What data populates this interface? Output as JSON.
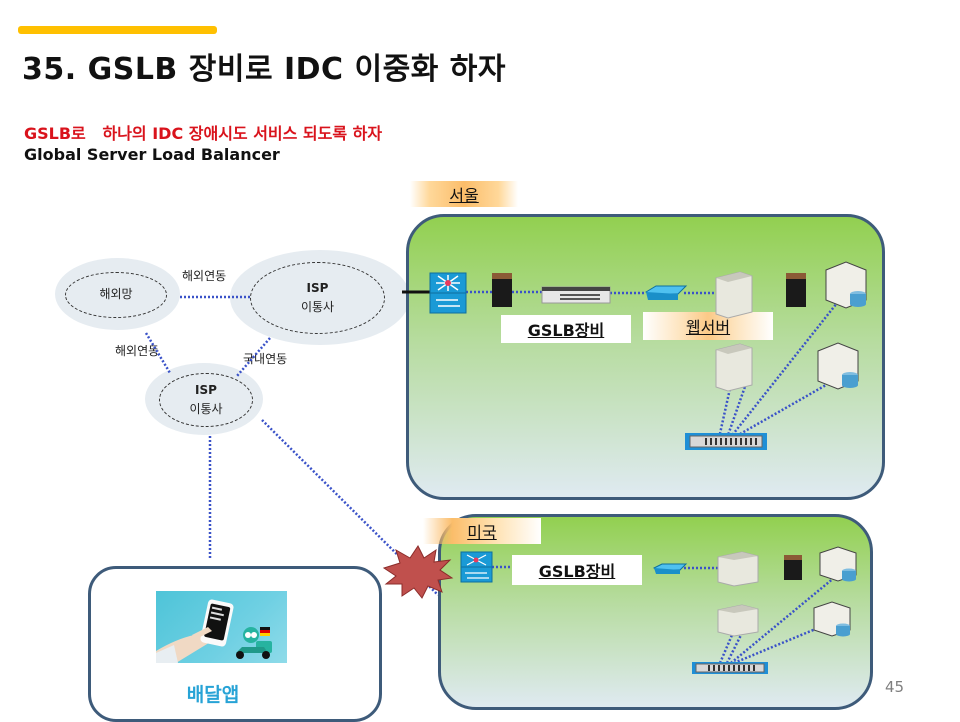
{
  "header": {
    "title": "35. GSLB 장비로 IDC 이중화 하자",
    "subtitle_red": "GSLB로   하나의 IDC 장애시도 서비스 되도록 하자",
    "subtitle_black": "Global Server Load Balancer",
    "accent_color": "#FFC000"
  },
  "network": {
    "overseas_net": "해외망",
    "isp_top": {
      "line1": "ISP",
      "line2": "이통사"
    },
    "isp_bottom": {
      "line1": "ISP",
      "line2": "이통사"
    },
    "link_overseas_top": "해외연동",
    "link_overseas_left": "해외연동",
    "link_domestic": "국내연동"
  },
  "idc_seoul": {
    "region": "서울",
    "gslb_label": "GSLB장비",
    "web_label": "웹서버",
    "devices": [
      "l3-switch-icon",
      "firewall-icon",
      "gslb-appliance-icon",
      "l2-switch-icon",
      "web-server-icon",
      "web-server-icon",
      "firewall-icon",
      "db-server-icon",
      "db-server-icon",
      "storage-icon"
    ]
  },
  "idc_usa": {
    "region": "미국",
    "gslb_label": "GSLB장비",
    "status": "failure",
    "devices": [
      "l3-switch-icon",
      "l2-switch-icon",
      "web-server-icon",
      "web-server-icon",
      "firewall-icon",
      "db-server-icon",
      "db-server-icon",
      "storage-icon"
    ]
  },
  "client": {
    "label": "배달앱",
    "image": "delivery-app-illustration"
  },
  "colors": {
    "idc_border": "#3e5b7a",
    "idc_fill_top": "#92d050",
    "link_dots": "#3a52c8",
    "failure_burst": "#c0504d",
    "app_label": "#27a3d6"
  },
  "page_number": "45"
}
